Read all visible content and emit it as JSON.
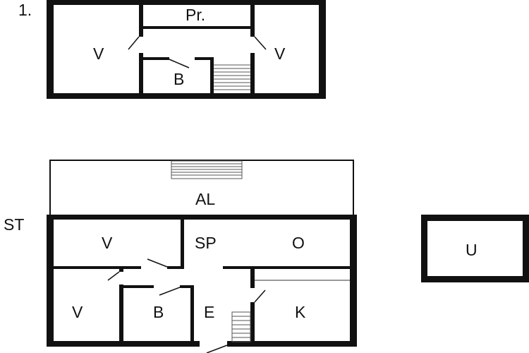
{
  "floors": {
    "upper": {
      "label": "1.",
      "rooms": {
        "v_left": "V",
        "pr": "Pr.",
        "b": "B",
        "v_right": "V"
      }
    },
    "ground": {
      "label": "ST",
      "rooms": {
        "al": "AL",
        "v_top": "V",
        "sp": "SP",
        "o": "O",
        "v_bottom": "V",
        "b": "B",
        "e": "E",
        "k": "K"
      }
    },
    "outbuilding": {
      "rooms": {
        "u": "U"
      }
    }
  }
}
